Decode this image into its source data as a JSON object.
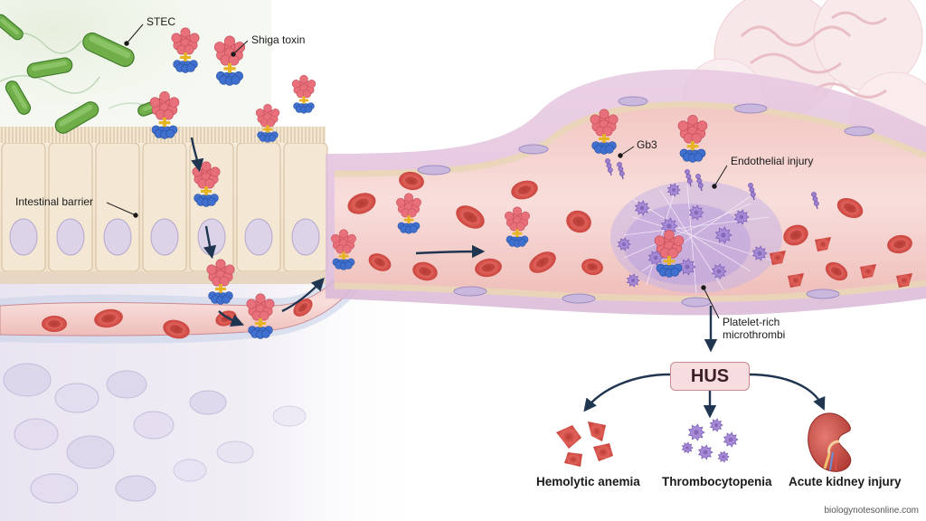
{
  "labels": {
    "stec": "STEC",
    "shiga_toxin": "Shiga toxin",
    "intestinal_barrier": "Intestinal barrier",
    "gb3": "Gb3",
    "endothelial_injury": "Endothelial injury",
    "platelet_line1": "Platelet-rich",
    "platelet_line2": "microthrombi",
    "hus": "HUS",
    "hemolytic_anemia": "Hemolytic anemia",
    "thrombocytopenia": "Thrombocytopenia",
    "acute_kidney_injury": "Acute kidney injury"
  },
  "watermark": "biologynotesonline.com",
  "colors": {
    "rbc": "#d9524a",
    "toxin_a_subunit": "#e8707a",
    "toxin_b_subunit": "#3f6fcf",
    "linker": "#e6b422",
    "platelet": "#a88bd6",
    "bacteria": "#6fae48",
    "arrow": "#1f3550",
    "hus_box_fill": "#f6dde0",
    "hus_box_border": "#c98a93"
  },
  "icons": [
    "bacterium-icon",
    "shiga-toxin-icon",
    "red-blood-cell-icon",
    "schistocyte-icon",
    "platelet-icon",
    "kidney-icon",
    "arrow-icon"
  ]
}
